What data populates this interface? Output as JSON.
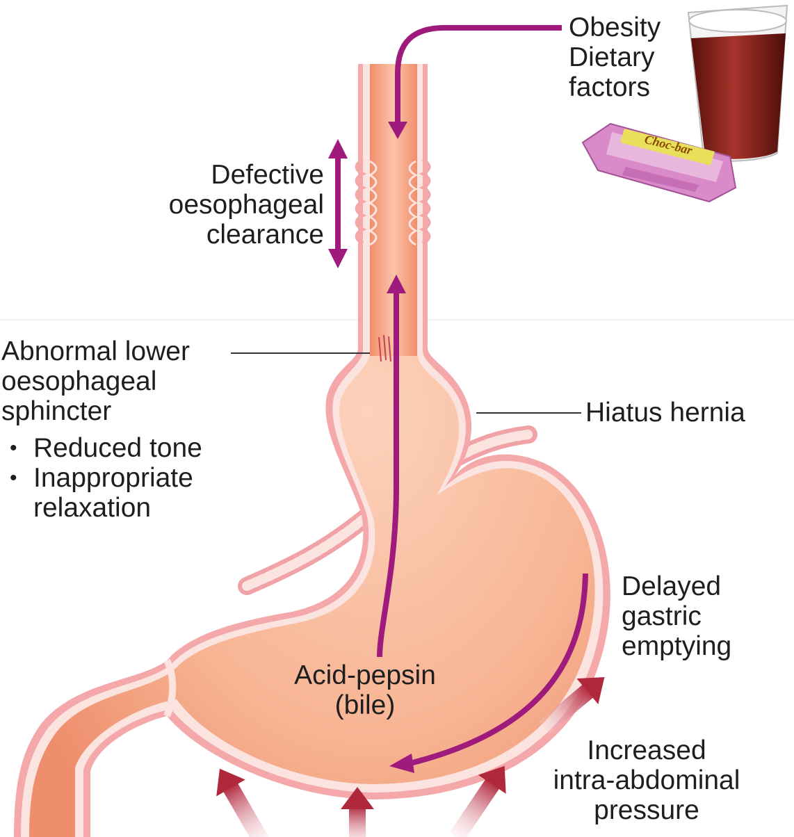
{
  "labels": {
    "obesity": [
      "Obesity",
      "Dietary",
      "factors"
    ],
    "clearance": [
      "Defective",
      "oesophageal",
      "clearance"
    ],
    "sphincter": [
      "Abnormal lower",
      "oesophageal",
      "sphincter"
    ],
    "sphincter_bullets": [
      {
        "lines": [
          "Reduced tone"
        ]
      },
      {
        "lines": [
          "Inappropriate",
          "relaxation"
        ]
      }
    ],
    "hiatus": "Hiatus hernia",
    "gastric": [
      "Delayed",
      "gastric",
      "emptying"
    ],
    "acid": [
      "Acid-pepsin",
      "(bile)"
    ],
    "pressure": [
      "Increased",
      "intra-abdominal",
      "pressure"
    ]
  },
  "bar_wrapper_text": "Choc-bar",
  "bullet_symbol": "•",
  "colors": {
    "tissue_outer": "#f4a8aa",
    "tissue_wall": "#fbe3e0",
    "tissue_inner": "#f5a584",
    "arrow_magenta": "#9e1a7c",
    "pressure_arrow": "#b0283c",
    "leader_line": "#333333",
    "glass_fill": "#7e1b17",
    "bar_wrapper": "#d98ac9"
  }
}
